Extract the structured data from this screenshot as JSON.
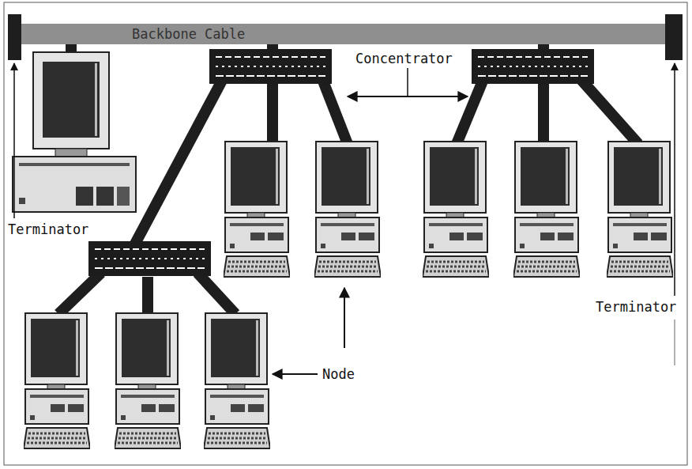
{
  "diagram": {
    "nodes": [
      {
        "text": [
          "Backbone Cable"
        ]
      }
    ],
    "labels": [
      "Concentrator",
      "Terminator",
      "Terminator",
      "Node"
    ]
  }
}
